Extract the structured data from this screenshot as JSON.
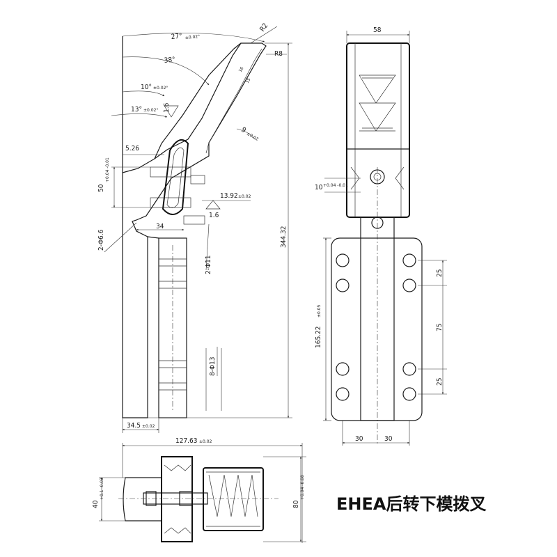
{
  "title": "EHEA后转下模拨叉",
  "front_view": {
    "angle_total": "27°",
    "angle_total_tol": "±0.02°",
    "angle_38": "38°",
    "angle_10": "10°",
    "angle_10_tol": "±0.02°",
    "angle_13": "13°",
    "angle_13_tol": "±0.02°",
    "radius_r2": "R2",
    "radius_r8": "R8",
    "dim_5_26": "5.26",
    "dim_50": "50",
    "dim_50_tol": "+0.04 -0.01",
    "dim_13_92": "13.92",
    "dim_13_92_tol": "±0.02",
    "dim_34": "34",
    "dim_9": "9",
    "dim_9_tol": "±0.02",
    "hole_6_6": "2-Φ6.6",
    "hole_11": "2-Φ11",
    "hole_13": "8-Φ13",
    "roughness_1_6_a": "1.6",
    "roughness_1_6_b": "1.6",
    "slot_label_15": "15",
    "slot_label_16": "16",
    "height_344": "344.32",
    "width_34_5": "34.5",
    "width_34_5_tol": "±0.02"
  },
  "side_view": {
    "width_58": "58",
    "dim_10": "10",
    "dim_10_tol": "+0.04 -0.01",
    "height_165": "165.22",
    "height_165_tol": "±0.05",
    "spacing_25_top": "25",
    "spacing_75": "75",
    "spacing_25_bottom": "25",
    "bottom_30_left": "30",
    "bottom_30_right": "30"
  },
  "top_view": {
    "length_127": "127.63",
    "length_127_tol": "±0.02",
    "dim_40": "40",
    "dim_40_tol": "+0.1 -0.03",
    "dim_80": "80",
    "dim_80_tol": "+0.04 -0.08"
  }
}
